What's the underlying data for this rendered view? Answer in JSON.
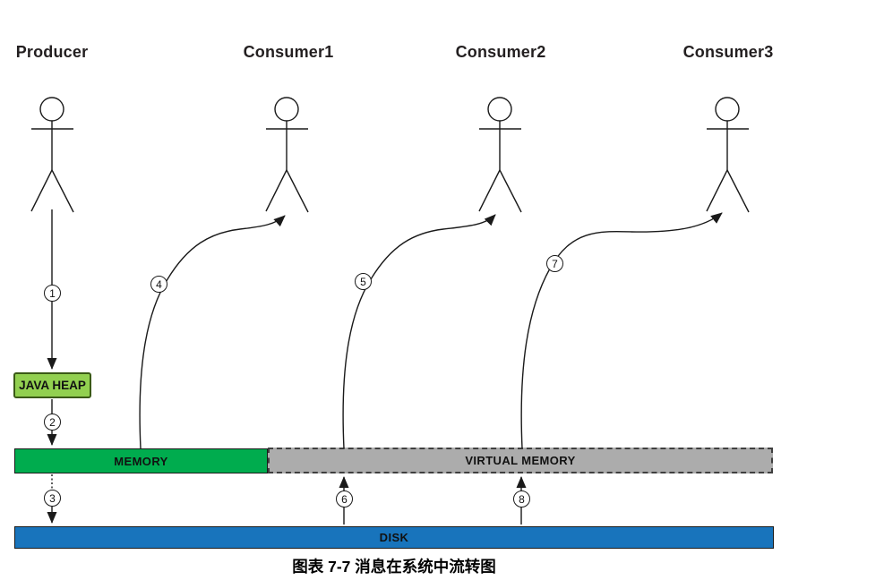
{
  "diagram": {
    "title_caption": "图表 7-7 消息在系统中流转图",
    "actors": [
      {
        "label": "Producer"
      },
      {
        "label": "Consumer1"
      },
      {
        "label": "Consumer2"
      },
      {
        "label": "Consumer3"
      }
    ],
    "boxes": {
      "java_heap": "JAVA HEAP",
      "memory": "MEMORY",
      "virtual_memory": "VIRTUAL MEMORY",
      "disk": "DISK"
    },
    "steps": [
      "1",
      "2",
      "3",
      "4",
      "5",
      "6",
      "7",
      "8"
    ],
    "flows": [
      {
        "step": "1",
        "from": "Producer",
        "to": "JAVA HEAP"
      },
      {
        "step": "2",
        "from": "JAVA HEAP",
        "to": "MEMORY"
      },
      {
        "step": "3",
        "from": "MEMORY",
        "to": "DISK"
      },
      {
        "step": "4",
        "from": "MEMORY",
        "to": "Consumer1"
      },
      {
        "step": "5",
        "from": "VIRTUAL MEMORY",
        "to": "Consumer2"
      },
      {
        "step": "6",
        "from": "DISK",
        "to": "VIRTUAL MEMORY"
      },
      {
        "step": "7",
        "from": "VIRTUAL MEMORY",
        "to": "Consumer3"
      },
      {
        "step": "8",
        "from": "DISK",
        "to": "VIRTUAL MEMORY"
      }
    ],
    "colors": {
      "memory_green": "#00AC4E",
      "heap_fill_green": "#92D050",
      "heap_border_green": "#3A5A16",
      "virtual_memory_gray": "#ACACAC",
      "disk_blue": "#1874BC",
      "line_black": "#1A1A1A",
      "background": "#FFFFFF"
    }
  }
}
